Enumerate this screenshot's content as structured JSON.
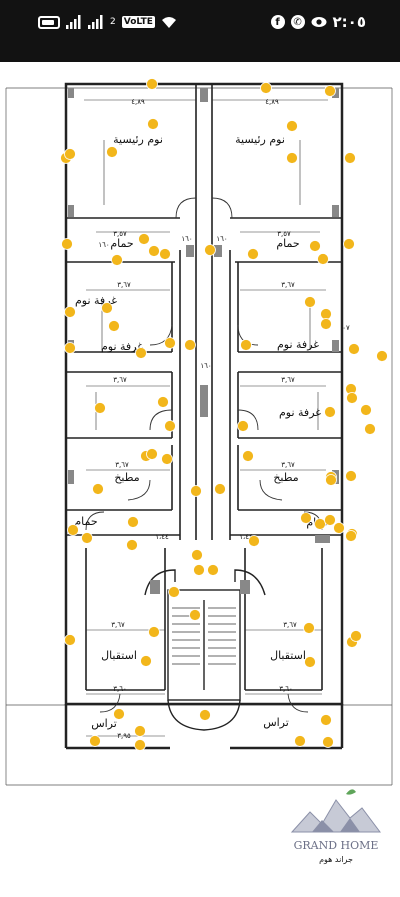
{
  "status_bar": {
    "time": "٢:٠٥",
    "carrier_badge": "VoLTE",
    "sim_slot": "2",
    "icons": [
      "battery-icon",
      "signal-icon",
      "signal-icon",
      "wifi-icon",
      "facebook-icon",
      "whatsapp-icon",
      "eye-icon"
    ]
  },
  "plan": {
    "rooms": {
      "master_left": "نوم رئيسية",
      "master_right": "نوم رئيسية",
      "bath_left_top": "حمام",
      "bath_right_top": "حمام",
      "bed_left_1": "غرفة نوم",
      "bed_right_1": "غرفة نوم",
      "bed_left_2": "غرفة نوم",
      "bed_right_2": "غرفة نوم",
      "kitchen_left": "مطبخ",
      "kitchen_right": "مطبخ",
      "bath_left_bottom": "حمام",
      "bath_right_bottom": "حمام",
      "reception_left": "استقبال",
      "reception_right": "استقبال",
      "terrace_left": "تراس",
      "terrace_right": "تراس"
    },
    "dims": {
      "top_width_left": "٤,٨٩",
      "top_width_right": "٤,٨٩",
      "bath_w_left": "٣,٥٧",
      "bath_w_right": "٣,٥٧",
      "bath_h_left": "١٦٠",
      "bath_h_right": "١٦٠",
      "bed_w_left": "٣,٦٧",
      "bed_w_right": "٣,٦٧",
      "bed2_w_left": "٣,٦٧",
      "bed2_w_right": "٣,٦٧",
      "kitchen_w_left": "٣,٦٧",
      "kitchen_w_right": "٣,٦٧",
      "corridor_1": "١٦٠",
      "corridor_2": "١٦٠",
      "entry_left": "١،٤٤",
      "entry_right": "١،٤٤",
      "rec_w_left": "٣,٦٧",
      "rec_w_right": "٣,٦٧",
      "rec_bottom_left": "٣,٦٠",
      "rec_bottom_right": "٣,٦٠",
      "terrace_w_left": "٣,٩٥",
      "side_mark": "٠٧"
    }
  },
  "logo": {
    "brand_en": "GRAND HOME",
    "brand_ar": "جراند هوم"
  },
  "marker_color": "#f2b61b",
  "accent_logo": "#8b90a8"
}
